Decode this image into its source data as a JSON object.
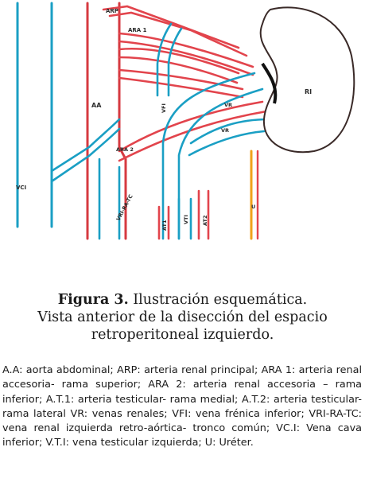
{
  "figure": {
    "labels": {
      "arp": "ARP",
      "ara1": "ARA 1",
      "aa": "AA",
      "vfi": "VFI",
      "ri": "RI",
      "vr1": "VR",
      "vr2": "VR",
      "ara2": "ARA 2",
      "vci": "VCI",
      "vri": "VRI-RA-TC",
      "at1": "AT1",
      "vti": "VTI",
      "at2": "AT2",
      "u": "U"
    },
    "colors": {
      "artery": "#e2444c",
      "vein": "#1a9fc4",
      "aorta": "#d63a40",
      "ureter": "#f0a21a",
      "outline": "#3a2a28",
      "kidney_fill": "#ffffff",
      "black": "#111111"
    }
  },
  "caption": {
    "figure_label": "Figura 3.",
    "line1": "Ilustración esquemática.",
    "line2": "Vista anterior de la disección del espacio",
    "line3": "retroperitoneal izquierdo."
  },
  "legend": "A.A: aorta abdominal; ARP: arteria renal principal; ARA 1: arteria renal accesoria- rama superior; ARA 2: arteria renal accesoria – rama inferior; A.T.1: arteria testicular- rama medial; A.T.2: arteria testicular-rama lateral VR: venas renales; VFI: vena frénica inferior; VRI-RA-TC: vena renal izquierda retro-aórtica- tronco común; VC.I: Vena cava inferior; V.T.I: vena testicular izquierda; U: Uréter."
}
